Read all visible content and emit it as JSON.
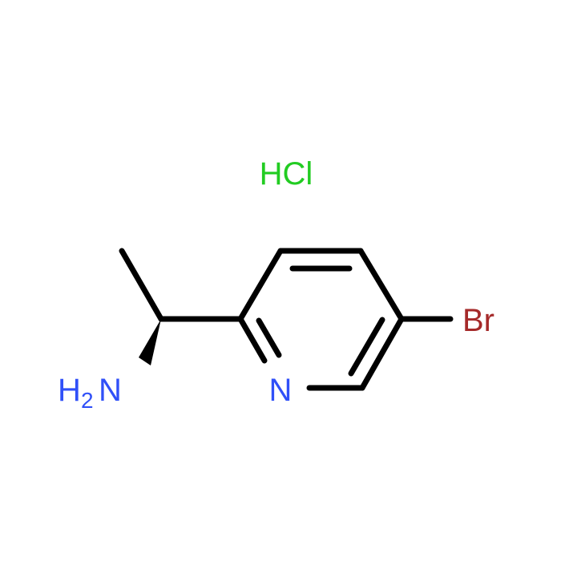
{
  "molecule": {
    "salt_label": "HCl",
    "bromine_label": "Br",
    "nitrogen_label": "N",
    "amine_label_h": "H",
    "amine_label_sub": "2",
    "amine_label_n": "N"
  },
  "colors": {
    "bond": "#000000",
    "salt": "#22cc22",
    "bromine": "#a52a2a",
    "nitrogen": "#3050f8"
  }
}
